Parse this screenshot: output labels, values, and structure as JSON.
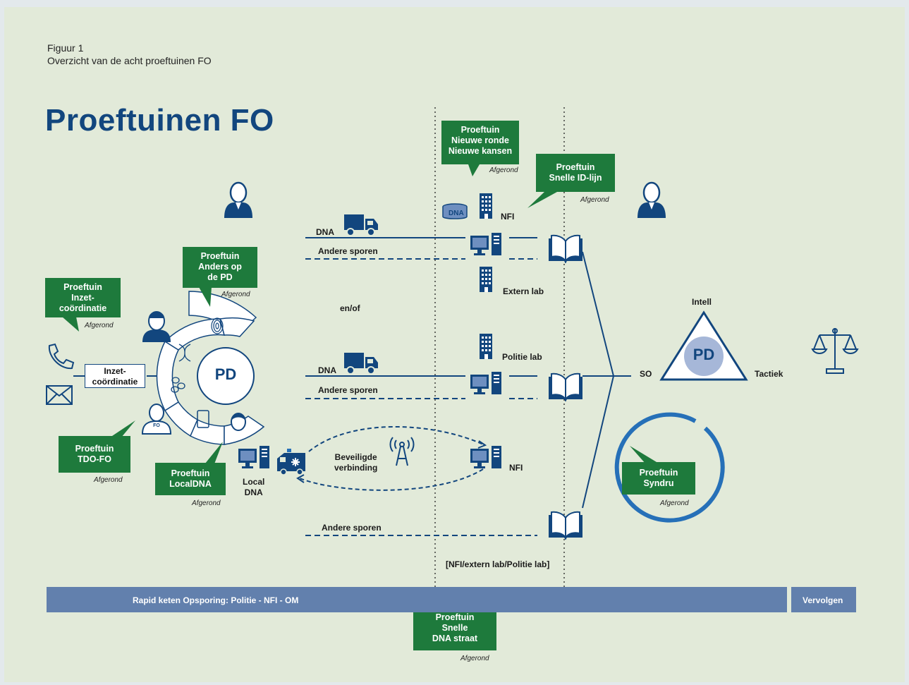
{
  "figure": {
    "label": "Figuur 1",
    "caption": "Overzicht van de acht proeftuinen FO"
  },
  "title": "Proeftuinen FO",
  "callouts": [
    {
      "id": "nieuwe-ronde",
      "text": "Proeftuin\nNieuwe ronde\nNieuwe kansen",
      "status": "Afgerond"
    },
    {
      "id": "snelle-id-lijn",
      "text": "Proeftuin\nSnelle ID-lijn",
      "status": "Afgerond"
    },
    {
      "id": "anders-op-de-pd",
      "text": "Proeftuin\nAnders op\nde PD",
      "status": "Afgerond"
    },
    {
      "id": "inzetcoordinatie",
      "text": "Proeftuin\nInzet-\ncoördinatie",
      "status": "Afgerond"
    },
    {
      "id": "tdo-fo",
      "text": "Proeftuin\nTDO-FO",
      "status": "Afgerond"
    },
    {
      "id": "localdna",
      "text": "Proeftuin\nLocalDNA",
      "status": "Afgerond"
    },
    {
      "id": "syndru",
      "text": "Proeftuin\nSyndru",
      "status": "Afgerond"
    },
    {
      "id": "snelle-dna-straat",
      "text": "Proeftuin\nSnelle\nDNA straat",
      "status": "Afgerond"
    }
  ],
  "labels": {
    "dna_tag": "DNA",
    "nfi_top": "NFI",
    "dna_1": "DNA",
    "andere_sporen_1": "Andere sporen",
    "extern_lab": "Extern lab",
    "en_of": "en/of",
    "politie_lab": "Politie lab",
    "dna_2": "DNA",
    "andere_sporen_2": "Andere sporen",
    "beveiligde_verbinding": "Beveiligde\nverbinding",
    "nfi_bottom": "NFI",
    "local_dna": "Local\nDNA",
    "andere_sporen_3": "Andere sporen",
    "labs": "[NFI/extern lab/Politie lab]",
    "inzet_box": "Inzet-\ncoördinatie",
    "pd_center": "PD",
    "triangle_pd": "PD",
    "intell": "Intell",
    "so": "SO",
    "tactiek": "Tactiek",
    "fo_badge": "FO"
  },
  "bar": {
    "main": "Rapid keten Opsporing: Politie - NFI - OM",
    "right": "Vervolgen"
  },
  "colors": {
    "navy": "#12467e",
    "green": "#1e7a3c",
    "bar": "#6280ad",
    "background": "#e2ead9",
    "ring": "#2670b8"
  },
  "icons": [
    "person-icon",
    "truck-icon",
    "building-icon",
    "database-icon",
    "computer-icon",
    "book-icon",
    "phone-icon",
    "envelope-icon",
    "fingerprint-icon",
    "dna-icon",
    "cells-icon",
    "tablet-icon",
    "face-icon",
    "ambulance-icon",
    "antenna-icon",
    "scales-icon"
  ]
}
